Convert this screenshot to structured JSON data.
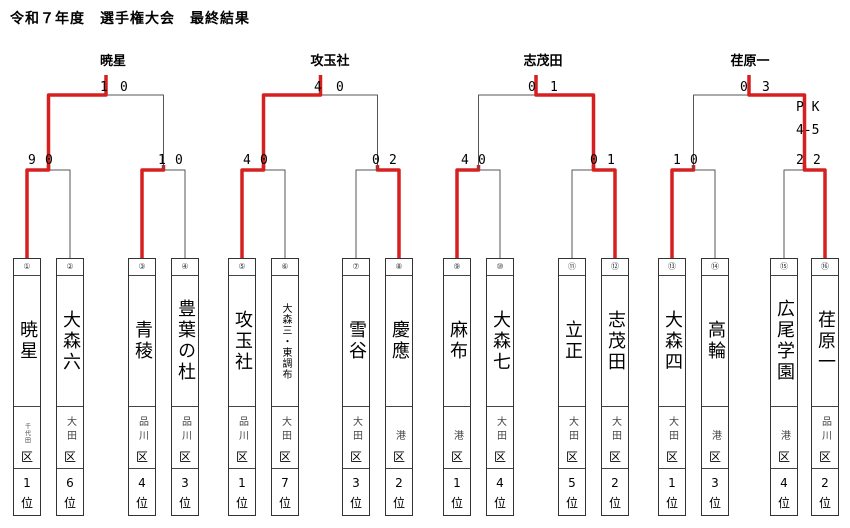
{
  "title": "令和７年度　選手権大会　最終結果",
  "colors": {
    "winner_line": "#d62020",
    "bracket_line": "#555555"
  },
  "winners": [
    "暁星",
    "攻玉社",
    "志茂田",
    "荏原一"
  ],
  "blocks": [
    {
      "final_score": [
        "1",
        "0"
      ],
      "semi_scores": [
        [
          "9",
          "0"
        ],
        [
          "1",
          "0"
        ]
      ]
    },
    {
      "final_score": [
        "4",
        "0"
      ],
      "semi_scores": [
        [
          "4",
          "0"
        ],
        [
          "0",
          "2"
        ]
      ]
    },
    {
      "final_score": [
        "0",
        "1"
      ],
      "semi_scores": [
        [
          "4",
          "0"
        ],
        [
          "0",
          "1"
        ]
      ]
    },
    {
      "final_score": [
        "0",
        "3"
      ],
      "semi_scores": [
        [
          "1",
          "0"
        ],
        [
          "2",
          "2"
        ]
      ],
      "pk_label": "P K",
      "pk_score": "4-5"
    }
  ],
  "teams": [
    {
      "seed": "①",
      "name": "暁星",
      "ward": "千代田",
      "ku": "区",
      "rank": "1",
      "pos": "位"
    },
    {
      "seed": "②",
      "name": "大森六",
      "ward": "大田",
      "ku": "区",
      "rank": "6",
      "pos": "位"
    },
    {
      "seed": "③",
      "name": "青稜",
      "ward": "品川",
      "ku": "区",
      "rank": "4",
      "pos": "位"
    },
    {
      "seed": "④",
      "name": "豊葉の杜",
      "ward": "品川",
      "ku": "区",
      "rank": "3",
      "pos": "位"
    },
    {
      "seed": "⑤",
      "name": "攻玉社",
      "ward": "品川",
      "ku": "区",
      "rank": "1",
      "pos": "位"
    },
    {
      "seed": "⑥",
      "name": "大森三・東調布",
      "ward": "大田",
      "ku": "区",
      "rank": "7",
      "pos": "位"
    },
    {
      "seed": "⑦",
      "name": "雪谷",
      "ward": "大田",
      "ku": "区",
      "rank": "3",
      "pos": "位"
    },
    {
      "seed": "⑧",
      "name": "慶應",
      "ward": "港",
      "ku": "区",
      "rank": "2",
      "pos": "位"
    },
    {
      "seed": "⑨",
      "name": "麻布",
      "ward": "港",
      "ku": "区",
      "rank": "1",
      "pos": "位"
    },
    {
      "seed": "⑩",
      "name": "大森七",
      "ward": "大田",
      "ku": "区",
      "rank": "4",
      "pos": "位"
    },
    {
      "seed": "⑪",
      "name": "立正",
      "ward": "大田",
      "ku": "区",
      "rank": "5",
      "pos": "位"
    },
    {
      "seed": "⑫",
      "name": "志茂田",
      "ward": "大田",
      "ku": "区",
      "rank": "2",
      "pos": "位"
    },
    {
      "seed": "⑬",
      "name": "大森四",
      "ward": "大田",
      "ku": "区",
      "rank": "1",
      "pos": "位"
    },
    {
      "seed": "⑭",
      "name": "高輪",
      "ward": "港",
      "ku": "区",
      "rank": "3",
      "pos": "位"
    },
    {
      "seed": "⑮",
      "name": "広尾学園",
      "ward": "港",
      "ku": "区",
      "rank": "4",
      "pos": "位"
    },
    {
      "seed": "⑯",
      "name": "荏原一",
      "ward": "品川",
      "ku": "区",
      "rank": "2",
      "pos": "位"
    }
  ]
}
